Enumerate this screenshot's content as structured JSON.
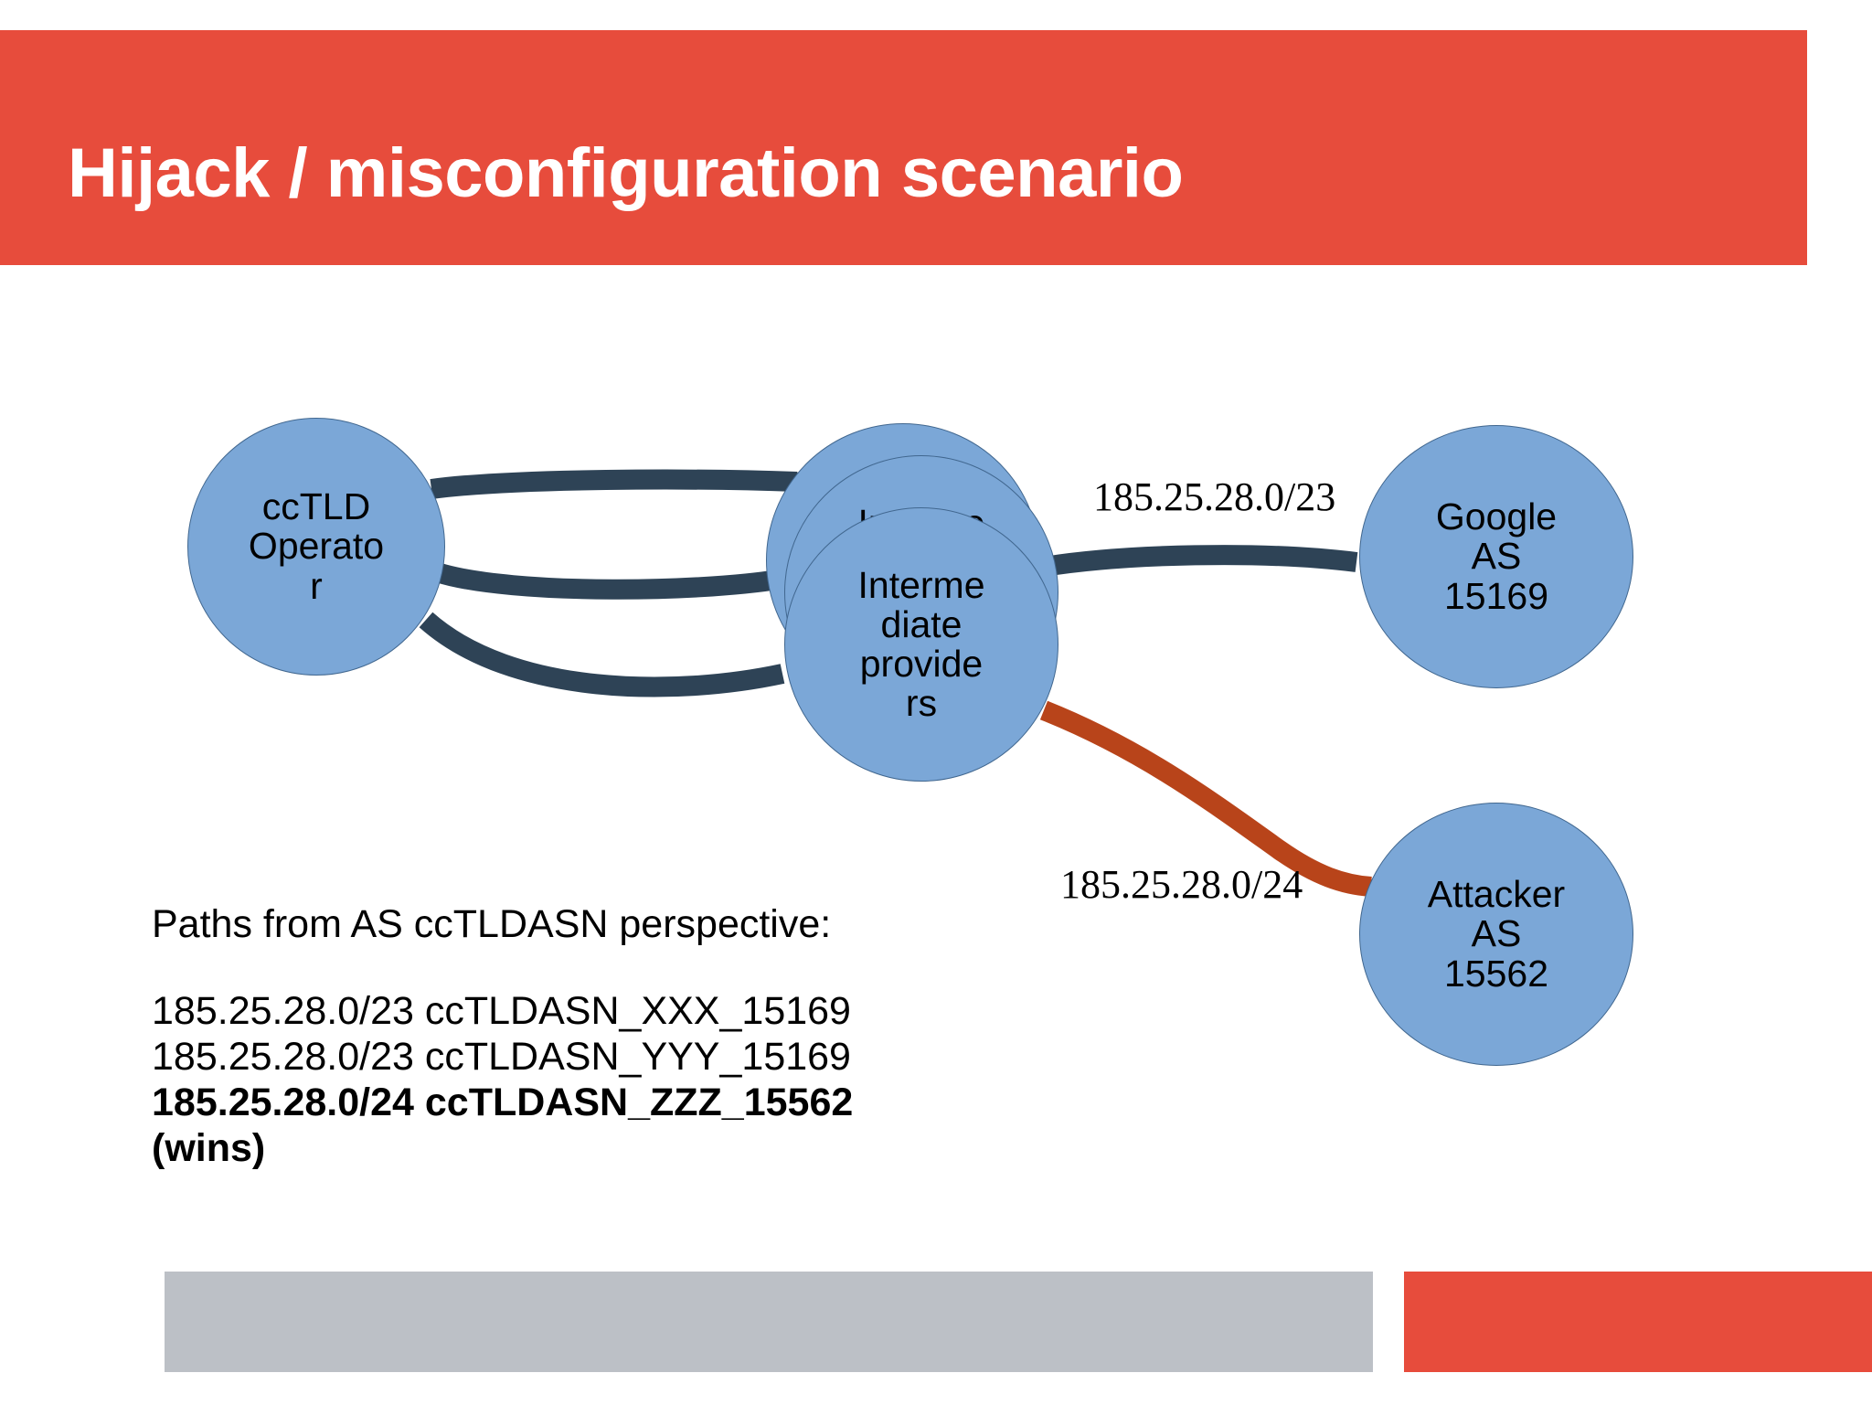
{
  "slide": {
    "title": "Hijack / misconfiguration scenario",
    "background_color": "#ffffff",
    "accent_color": "#e74c3c"
  },
  "colors": {
    "title_band": "#e74c3c",
    "title_text": "#ffffff",
    "node_fill": "#7ba7d7",
    "node_stroke": "#41678f",
    "edge_normal": "#2e4356",
    "edge_hijack": "#b8441a",
    "footer_gray": "#bcc0c6",
    "footer_red": "#e74c3c"
  },
  "diagram": {
    "nodes": [
      {
        "id": "cctld",
        "label": "ccTLD\nOperato\nr"
      },
      {
        "id": "int-back",
        "label": "Int"
      },
      {
        "id": "int-mid",
        "label": "Interme"
      },
      {
        "id": "int-front",
        "label": "Interme\ndiate\nprovide\nrs"
      },
      {
        "id": "google",
        "label": "Google\nAS\n15169"
      },
      {
        "id": "attacker",
        "label": "Attacker\nAS\n15562"
      }
    ],
    "edge_labels": [
      {
        "id": "prefix-23",
        "text": "185.25.28.0/23"
      },
      {
        "id": "prefix-24",
        "text": "185.25.28.0/24"
      }
    ]
  },
  "paths": {
    "heading": "Paths from AS ccTLDASN perspective:",
    "lines": [
      {
        "text": "185.25.28.0/23 ccTLDASN_XXX_15169",
        "bold": false
      },
      {
        "text": "185.25.28.0/23 ccTLDASN_YYY_15169",
        "bold": false
      },
      {
        "text": "185.25.28.0/24 ccTLDASN_ZZZ_15562",
        "bold": true
      }
    ],
    "winner_note": "(wins)"
  }
}
